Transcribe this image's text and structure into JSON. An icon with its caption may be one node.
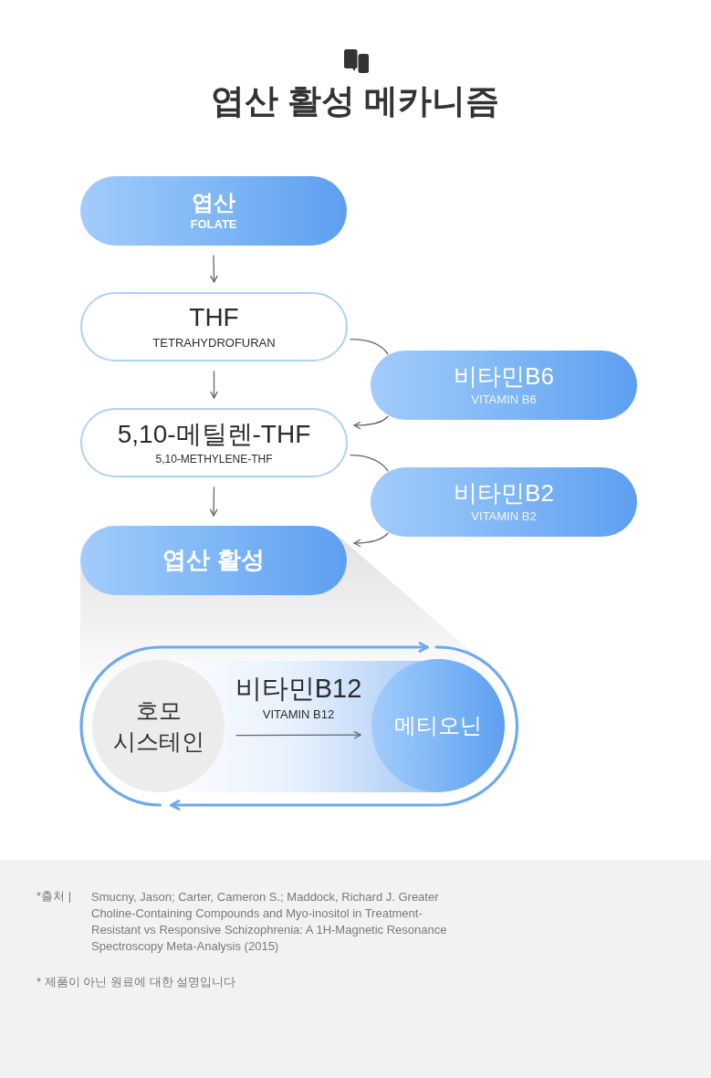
{
  "diagram": {
    "title": "엽산 활성 메카니즘",
    "nodes": [
      {
        "text": [
          "엽산",
          "FOLATE"
        ]
      },
      {
        "text": [
          "THF",
          "TETRAHYDROFURAN"
        ]
      },
      {
        "text": [
          "비타민B6",
          "VITAMIN B6"
        ]
      },
      {
        "text": [
          "5,10-메틸렌-THF",
          "5,10-METHYLENE-THF"
        ]
      },
      {
        "text": [
          "비타민B2",
          "VITAMIN B2"
        ]
      },
      {
        "text": [
          "엽산 활성"
        ]
      },
      {
        "text": [
          "호모 시스테인"
        ]
      },
      {
        "text": [
          "메티오닌"
        ]
      }
    ],
    "edges": [
      {
        "from": 0,
        "to": 1,
        "arrow": "to"
      },
      {
        "from": 1,
        "to": 3,
        "arrow": "to"
      },
      {
        "from": 3,
        "to": 5,
        "arrow": "to"
      },
      {
        "from": 1,
        "to": 2,
        "arrow": "none"
      },
      {
        "from": 2,
        "to": 3,
        "arrow": "to"
      },
      {
        "from": 3,
        "to": 4,
        "arrow": "none"
      },
      {
        "from": 4,
        "to": 5,
        "arrow": "to"
      },
      {
        "from": 6,
        "to": 7,
        "arrow": "to",
        "label": "비타민B12"
      },
      {
        "from": 6,
        "to": 7,
        "arrow": "to",
        "style": "thick",
        "color": "#6fa8ec"
      },
      {
        "from": 7,
        "to": 6,
        "arrow": "to",
        "style": "thick",
        "color": "#6fa8ec"
      }
    ],
    "labels": [
      "VITAMIN B12",
      "*출처 |",
      "Smucny, Jason; Carter, Cameron S.; Maddock, Richard J. Greater Choline-Containing Compounds and Myo-inositol in Treatment-Resistant vs Responsive Schizophrenia: A 1H-Magnetic Resonance Spectroscopy Meta-Analysis (2015)",
      "* 제품이 아닌 원료에 대한 설명입니다"
    ]
  }
}
